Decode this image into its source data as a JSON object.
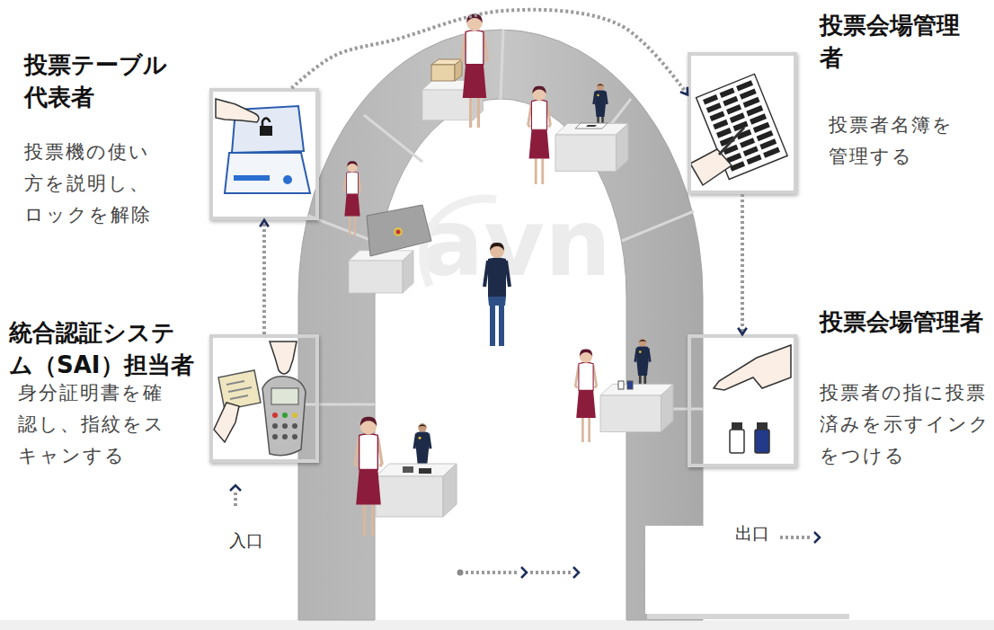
{
  "diagram": {
    "nodes": [
      {
        "text": [
          "投票テーブル 代表者",
          "投票機の使い 方を説明し、 ロックを解除"
        ]
      },
      {
        "text": [
          "投票会場管理 者",
          "投票者名簿を 管理する"
        ]
      },
      {
        "text": [
          "統合認証システ ム（SAI）担当者",
          "身分証明書を確 認し、指紋をス キャンする"
        ]
      },
      {
        "text": [
          "投票会場管理者",
          "投票者の指に投票 済みを示すインク をつける"
        ]
      }
    ],
    "edges": [
      {
        "from": 2,
        "to": 0,
        "arrow": "to"
      },
      {
        "from": 0,
        "to": 1,
        "arrow": "to"
      },
      {
        "from": 1,
        "to": 3,
        "arrow": "to"
      }
    ],
    "labels": [
      "入口",
      "出口",
      "avn"
    ]
  }
}
